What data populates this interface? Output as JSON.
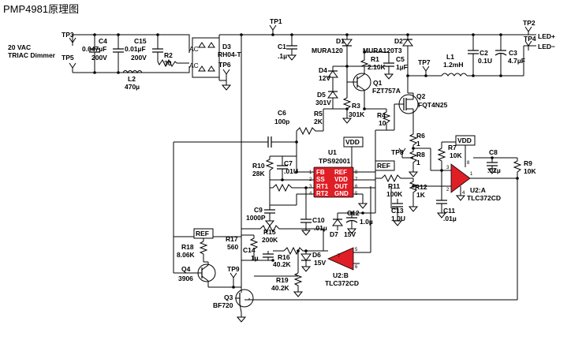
{
  "title": "PMP4981原理图",
  "input": {
    "line1": "20 VAC",
    "line2": "TRIAC Dimmer"
  },
  "test_points": {
    "tp1": "TP1",
    "tp2": "TP2",
    "tp3": "TP3",
    "tp4": "TP4",
    "tp5": "TP5",
    "tp6": "TP6",
    "tp7": "TP7",
    "tp8": "TP8",
    "tp9": "TP9"
  },
  "outputs": {
    "led_plus": "LED+",
    "led_minus": "LED−"
  },
  "components": {
    "c4": {
      "name": "C4",
      "value1": "0.047µF",
      "value2": "200V"
    },
    "c15": {
      "name": "C15",
      "value1": "0.01µF",
      "value2": "200V"
    },
    "r2": {
      "name": "R2",
      "value": "30"
    },
    "l2": {
      "name": "L2",
      "value": "470µ"
    },
    "d3": {
      "name": "D3",
      "value": "RH04-T"
    },
    "c1": {
      "name": "C1",
      "value": ".1µ"
    },
    "d1": {
      "name": "D1",
      "value": "MURA120"
    },
    "d2": {
      "name": "D2",
      "value": "MURA120T3"
    },
    "r1": {
      "name": "R1",
      "value": "2.10K"
    },
    "c5": {
      "name": "C5",
      "value": "1µF"
    },
    "d4": {
      "name": "D4",
      "value": "12V"
    },
    "q1": {
      "name": "Q1",
      "value": "FZT757A"
    },
    "d5": {
      "name": "D5",
      "value": "301V"
    },
    "r3": {
      "name": "R3",
      "value": "301K"
    },
    "l1": {
      "name": "L1",
      "value": "1.2mH"
    },
    "c2": {
      "name": "C2",
      "value": "0.1U"
    },
    "c3": {
      "name": "C3",
      "value": "4.7µF"
    },
    "q2": {
      "name": "Q2",
      "value": "FQT4N25"
    },
    "r4": {
      "name": "R4",
      "value": "10"
    },
    "r5": {
      "name": "R5",
      "value": "2K"
    },
    "c6": {
      "name": "C6",
      "value": "100p"
    },
    "r6": {
      "name": "R6",
      "value": "1"
    },
    "r8": {
      "name": "R8",
      "value": "1"
    },
    "r7": {
      "name": "R7",
      "value": "10K"
    },
    "r10": {
      "name": "R10",
      "value": "28K"
    },
    "c7": {
      "name": "C7",
      "value": ".01U"
    },
    "c9": {
      "name": "C9",
      "value": "1000P"
    },
    "r15": {
      "name": "R15",
      "value": "200K"
    },
    "c10": {
      "name": "C10",
      "value": ".01µ"
    },
    "c12": {
      "name": "C12",
      "value": "1.0µ"
    },
    "d7": {
      "name": "D7",
      "value": "15V"
    },
    "r11": {
      "name": "R11",
      "value": "100K"
    },
    "r12": {
      "name": "R12",
      "value": "1K"
    },
    "c13": {
      "name": "C13",
      "value": "1.0U"
    },
    "c11": {
      "name": "C11",
      "value": ".01µ"
    },
    "c8": {
      "name": "C8",
      "value": ".01µ"
    },
    "r9": {
      "name": "R9",
      "value": "10K"
    },
    "r17": {
      "name": "R17",
      "value": "560"
    },
    "c14": {
      "name": "C14",
      "value": "1µ"
    },
    "r16": {
      "name": "R16",
      "value": "40.2K"
    },
    "d6": {
      "name": "D6",
      "value": "15V"
    },
    "r19": {
      "name": "R19",
      "value": "40.2K"
    },
    "r18": {
      "name": "R18",
      "value": "8.06K"
    },
    "q4": {
      "name": "Q4",
      "value": "3906"
    },
    "q3": {
      "name": "Q3",
      "value": "BF720"
    }
  },
  "u1": {
    "name": "U1",
    "part": "TPS92001",
    "pins_left": [
      "FB",
      "SS",
      "RT1",
      "RT2"
    ],
    "pins_right": [
      "REF",
      "VDD",
      "OUT",
      "GND"
    ],
    "pin_nums_left": [
      "1",
      "2",
      "3",
      "4"
    ],
    "pin_nums_right": [
      "8",
      "7",
      "6",
      "5"
    ]
  },
  "u2a": {
    "name": "U2:A",
    "part": "TLC372CD",
    "pin_plus": "3",
    "pin_minus": "2",
    "pin_out": "1",
    "pin_v": "8",
    "pin_g": "4"
  },
  "u2b": {
    "name": "U2:B",
    "part": "TLC372CD",
    "pin_a": "7",
    "pin_b": "5",
    "pin_c": "6"
  },
  "labels": {
    "vdd": "VDD",
    "ref": "REF",
    "ac": "AC"
  },
  "colors": {
    "ic_fill": "#e01e25",
    "wire": "#000000"
  }
}
